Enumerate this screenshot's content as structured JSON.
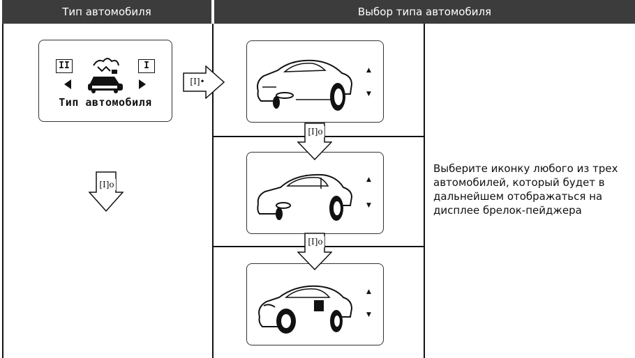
{
  "headers": {
    "left": "Тип автомобиля",
    "right": "Выбор типа автомобиля"
  },
  "lcd_menu": {
    "left_roman": "II",
    "right_roman": "I",
    "label": "Тип автомобиля"
  },
  "buttons": {
    "long_press": "[I]•",
    "short_press_1": "[I]o",
    "short_press_2": "[I]o",
    "short_press_3": "[I]o"
  },
  "description": "Выберите иконку любого из трех\nавтомобилей, который будет в\nдальнейшем  отображаться на\nдисплее брелок-пейджера",
  "car_options": [
    "car-1",
    "car-2",
    "car-3"
  ],
  "colors": {
    "header_bg": "#3c3c3c",
    "header_text": "#ffffff",
    "line": "#111111"
  }
}
